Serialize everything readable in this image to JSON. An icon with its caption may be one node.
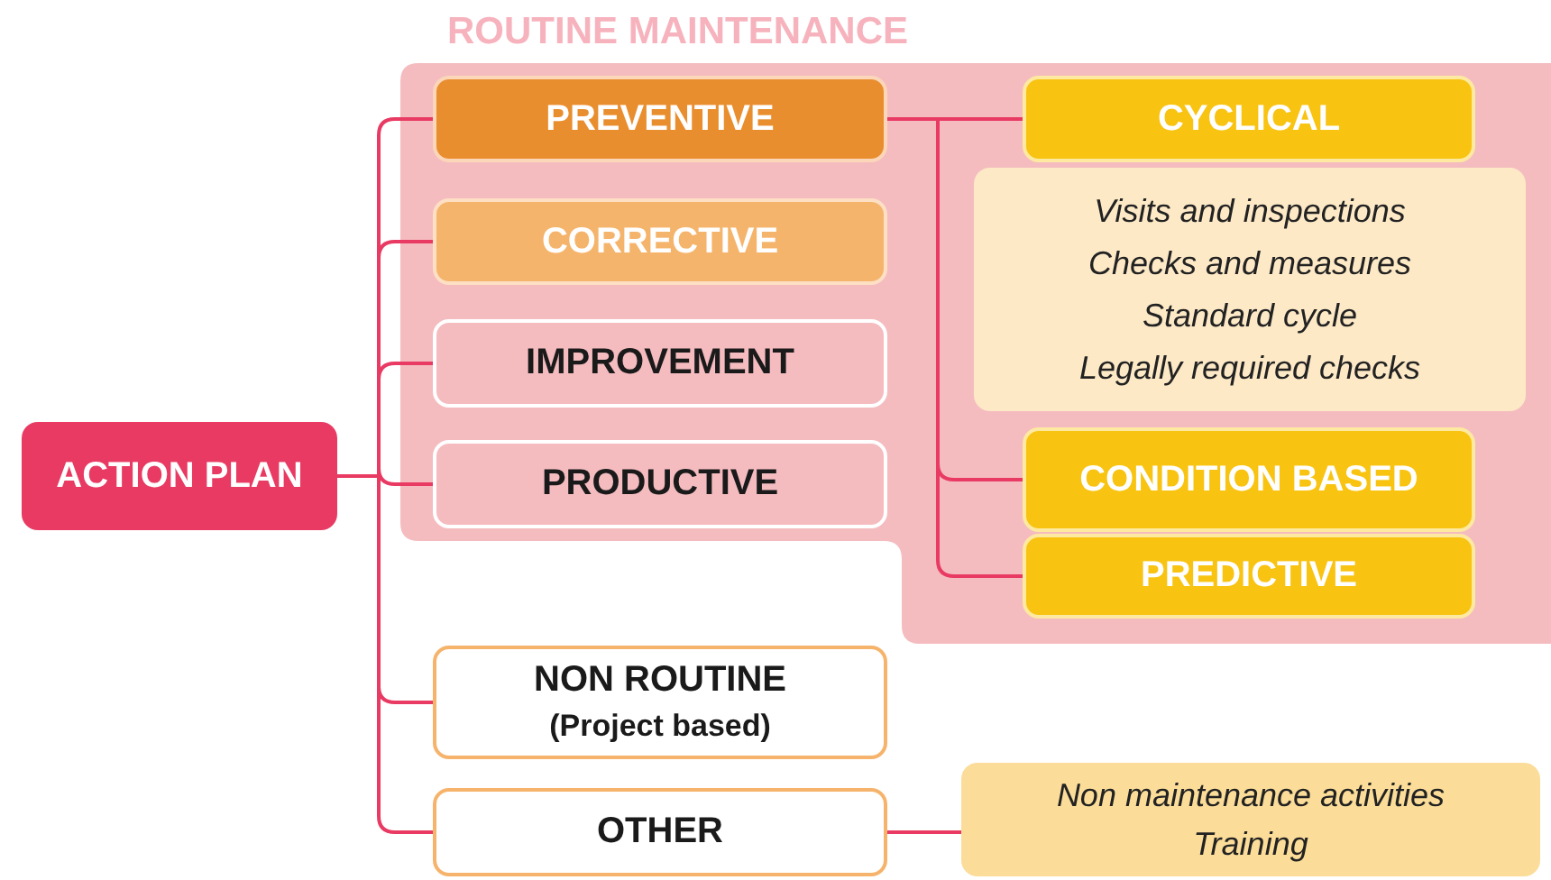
{
  "diagram": {
    "nodes": [
      {
        "text": [
          "ACTION PLAN"
        ]
      },
      {
        "text": [
          "ROUTINE MAINTENANCE"
        ]
      },
      {
        "text": [
          "PREVENTIVE"
        ],
        "in": 1
      },
      {
        "text": [
          "CORRECTIVE"
        ],
        "in": 1
      },
      {
        "text": [
          "IMPROVEMENT"
        ],
        "in": 1
      },
      {
        "text": [
          "PRODUCTIVE"
        ],
        "in": 1
      },
      {
        "text": [
          "CYCLICAL"
        ],
        "in": 1
      },
      {
        "text": [
          "Visits and inspections",
          "Checks and measures",
          "Standard cycle",
          "Legally required checks"
        ],
        "in": 1
      },
      {
        "text": [
          "CONDITION BASED"
        ],
        "in": 1
      },
      {
        "text": [
          "PREDICTIVE"
        ],
        "in": 1
      },
      {
        "text": [
          "NON ROUTINE",
          "(Project based)"
        ]
      },
      {
        "text": [
          "OTHER"
        ]
      },
      {
        "text": [
          "Non maintenance activities",
          "Training"
        ]
      }
    ],
    "edges": [
      {
        "from": 0,
        "to": 2,
        "arrow": "none"
      },
      {
        "from": 0,
        "to": 3,
        "arrow": "none"
      },
      {
        "from": 0,
        "to": 4,
        "arrow": "none"
      },
      {
        "from": 0,
        "to": 5,
        "arrow": "none"
      },
      {
        "from": 0,
        "to": 10,
        "arrow": "none"
      },
      {
        "from": 0,
        "to": 11,
        "arrow": "none"
      },
      {
        "from": 2,
        "to": 6,
        "arrow": "none"
      },
      {
        "from": 2,
        "to": 8,
        "arrow": "none"
      },
      {
        "from": 2,
        "to": 9,
        "arrow": "none"
      },
      {
        "from": 11,
        "to": 12,
        "arrow": "none"
      }
    ]
  }
}
